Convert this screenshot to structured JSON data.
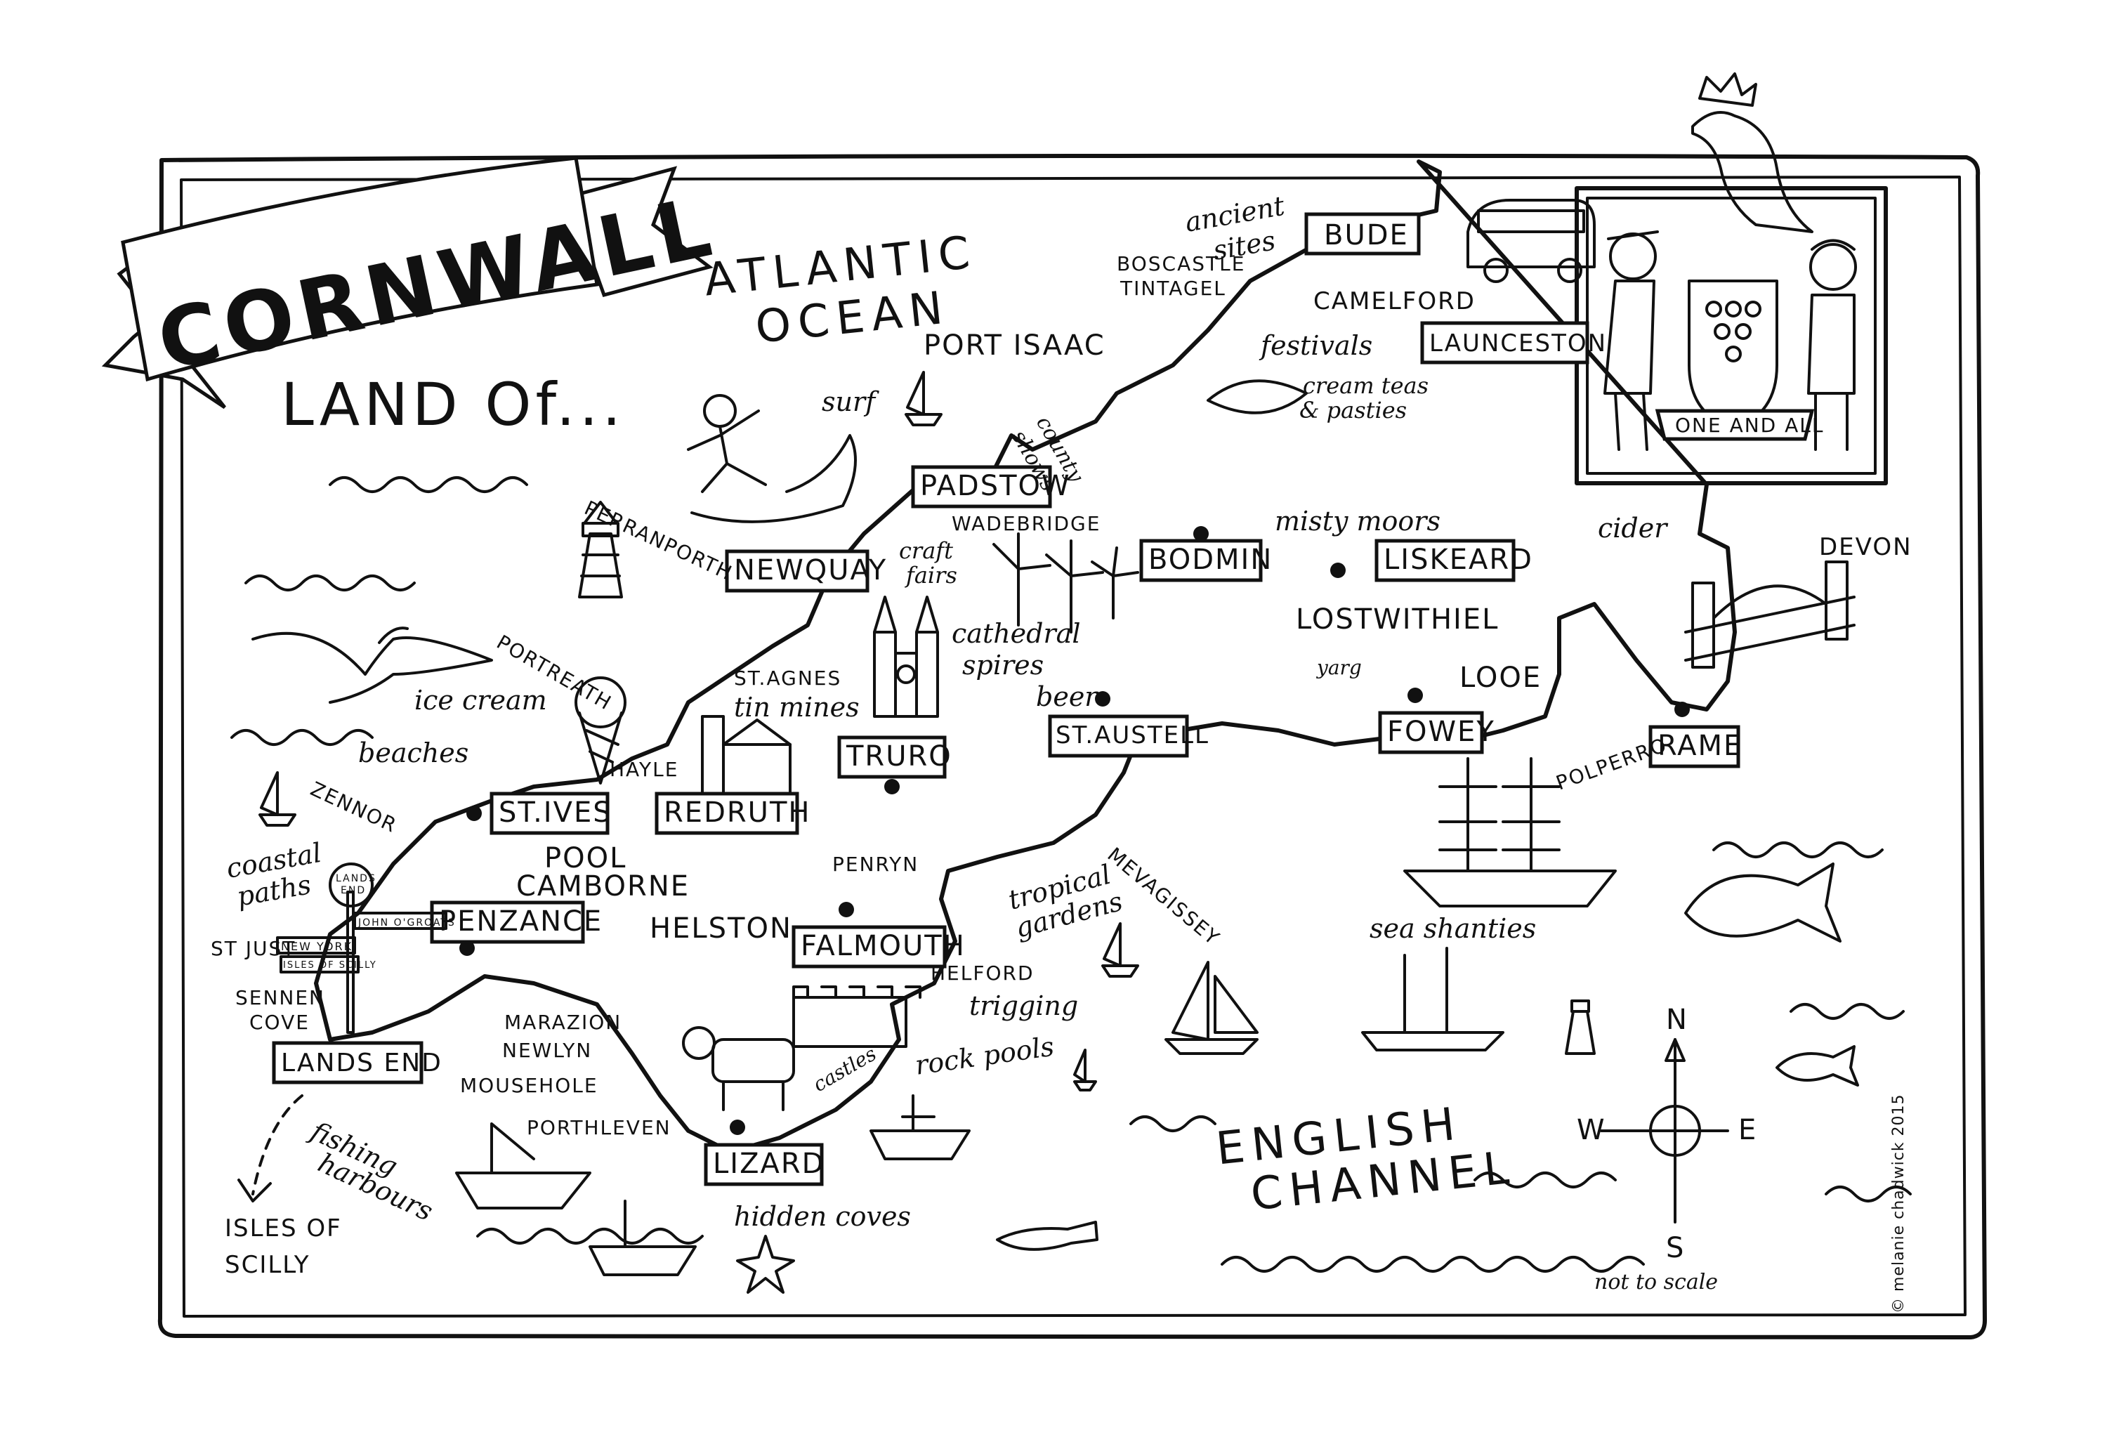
{
  "title": "CORNWALL",
  "subtitle": "LAND Of...",
  "seas": {
    "atlantic_line1": "ATLANTIC",
    "atlantic_line2": "OCEAN",
    "channel_line1": "ENGLISH",
    "channel_line2": "CHANNEL"
  },
  "towns": {
    "bude": "BUDE",
    "launceston": "LAUNCESTON",
    "padstow": "PADSTOW",
    "newquay": "NEWQUAY",
    "bodmin": "BODMIN",
    "liskeard": "LISKEARD",
    "truro": "TRURO",
    "st_austell": "ST.AUSTELL",
    "fowey": "FOWEY",
    "rame": "RAME",
    "redruth": "REDRUTH",
    "st_ives": "ST.IVES",
    "penzance": "PENZANCE",
    "falmouth": "FALMOUTH",
    "lands_end": "LANDS END",
    "lizard": "LIZARD"
  },
  "places": {
    "port_isaac": "PORT ISAAC",
    "boscastle": "BOSCASTLE",
    "tintagel": "TINTAGEL",
    "camelford": "CAMELFORD",
    "wadebridge": "WADEBRIDGE",
    "perranporth": "PERRANPORTH",
    "portreath": "PORTREATH",
    "st_agnes": "ST.AGNES",
    "lostwithiel": "LOSTWITHIEL",
    "looe": "LOOE",
    "polperro": "POLPERRO",
    "devon": "DEVON",
    "hayle": "HAYLE",
    "zennor": "ZENNOR",
    "pool": "POOL",
    "camborne": "CAMBORNE",
    "penryn": "PENRYN",
    "helston": "HELSTON",
    "helford": "HELFORD",
    "mevagissey": "MEVAGISSEY",
    "st_just": "ST JUST",
    "sennen_line1": "SENNEN",
    "sennen_line2": "COVE",
    "marazion": "MARAZION",
    "newlyn": "NEWLYN",
    "mousehole": "MOUSEHOLE",
    "porthleven": "PORTHLEVEN",
    "scilly_line1": "ISLES OF",
    "scilly_line2": "SCILLY"
  },
  "features": {
    "ancient_line1": "ancient",
    "ancient_line2": "sites",
    "festivals": "festivals",
    "cream_teas_line1": "cream teas",
    "cream_teas_line2": "& pasties",
    "surf": "surf",
    "county_line1": "county",
    "county_line2": "shows",
    "misty_moors": "misty moors",
    "cider": "cider",
    "craft_line1": "craft",
    "craft_line2": "fairs",
    "cathedral_line1": "cathedral",
    "cathedral_line2": "spires",
    "beer": "beer",
    "tin_mines": "tin mines",
    "ice_cream": "ice cream",
    "beaches": "beaches",
    "coastal_line1": "coastal",
    "coastal_line2": "paths",
    "tropical_line1": "tropical",
    "tropical_line2": "gardens",
    "sea_shanties": "sea shanties",
    "trigging": "trigging",
    "rock_pools": "rock pools",
    "castles": "castles",
    "fishing_line1": "fishing",
    "fishing_line2": "harbours",
    "hidden_coves": "hidden coves",
    "yarg": "yarg"
  },
  "crest_motto": "ONE AND ALL",
  "signpost": {
    "lands_end_line1": "LANDS",
    "lands_end_line2": "END",
    "new_york": "NEW YORK",
    "john_o_groats": "JOHN O'GROATS",
    "isles_of_scilly": "ISLES OF SCILLY"
  },
  "compass": {
    "n": "N",
    "s": "S",
    "e": "E",
    "w": "W"
  },
  "scale_note": "not to scale",
  "credit": "© melanie chadwick 2015",
  "colors": {
    "ink": "#111111",
    "paper": "#ffffff"
  }
}
